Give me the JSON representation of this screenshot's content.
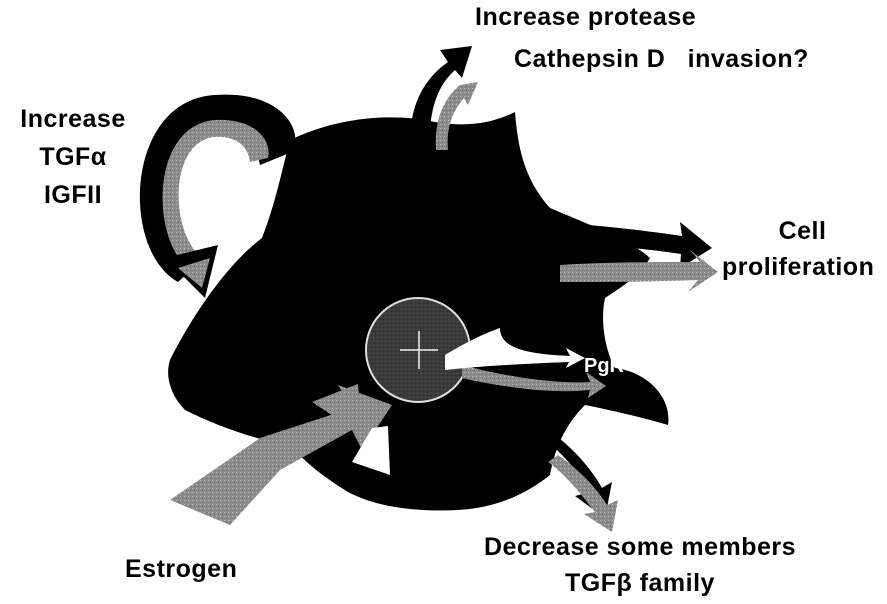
{
  "labels": {
    "top_line1": "Increase protease",
    "top_line2": "Cathepsin D   invasion?",
    "left_line1": "Increase",
    "left_line2": "TGFα",
    "left_line3": "IGFII",
    "right_line1": "Cell",
    "right_line2": "proliferation",
    "bottom_line1": "Decrease some members",
    "bottom_line2": "TGFβ family",
    "estrogen": "Estrogen",
    "pgr": "PgR"
  },
  "icons": {
    "nucleus": "plus-sign-in-circle"
  },
  "colors": {
    "cell": "#000000",
    "nucleus": "#3a3a3a",
    "nucleus_ring": "#e0e0e0",
    "arrow_gray": "#9a9a9a",
    "arrow_light": "#ffffff",
    "text": "#000000"
  }
}
